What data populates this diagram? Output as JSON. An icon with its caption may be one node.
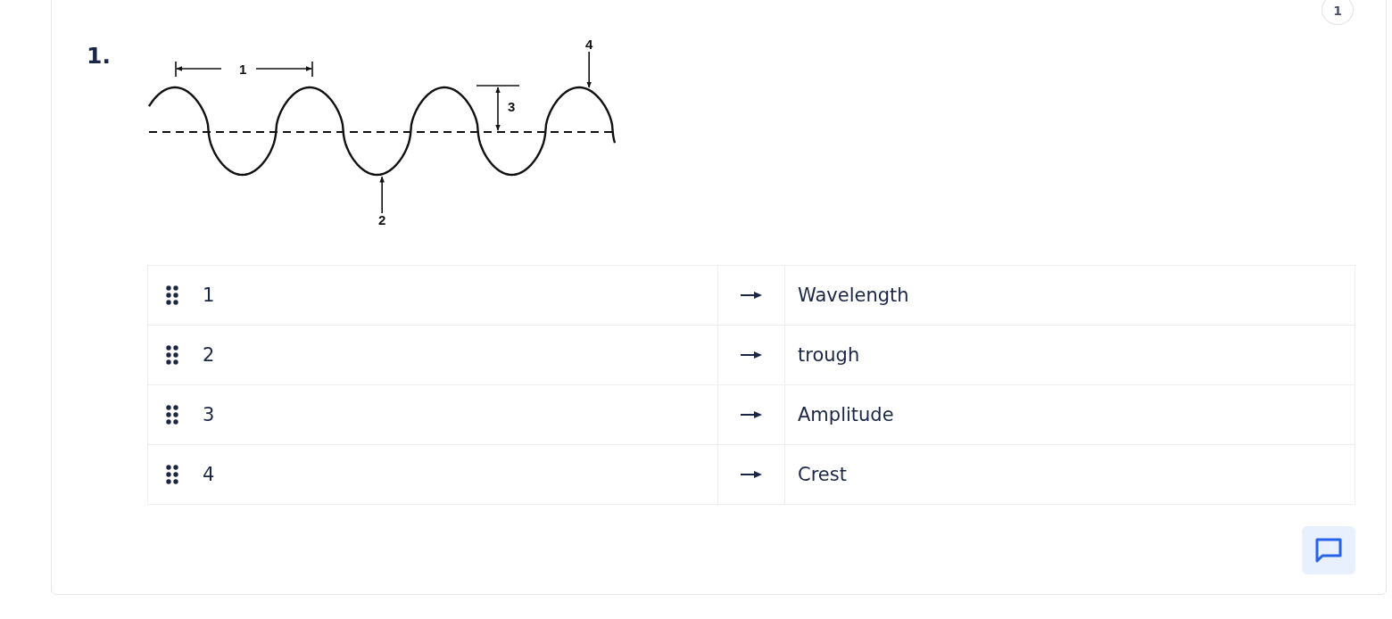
{
  "diagram": {
    "nodes": [
      {
        "text": [
          "4"
        ]
      },
      {
        "text": [
          "2"
        ]
      },
      {
        "text": [],
        "shape": "picture"
      }
    ],
    "edges": [
      {
        "from": 0,
        "to": 2,
        "arrow": "to"
      },
      {
        "from": 1,
        "to": 2,
        "arrow": "to"
      }
    ],
    "labels": [
      "1",
      "1.",
      "1",
      "3",
      "1",
      "Wavelength",
      "2",
      "trough",
      "3",
      "Amplitude",
      "4",
      "Crest"
    ]
  }
}
